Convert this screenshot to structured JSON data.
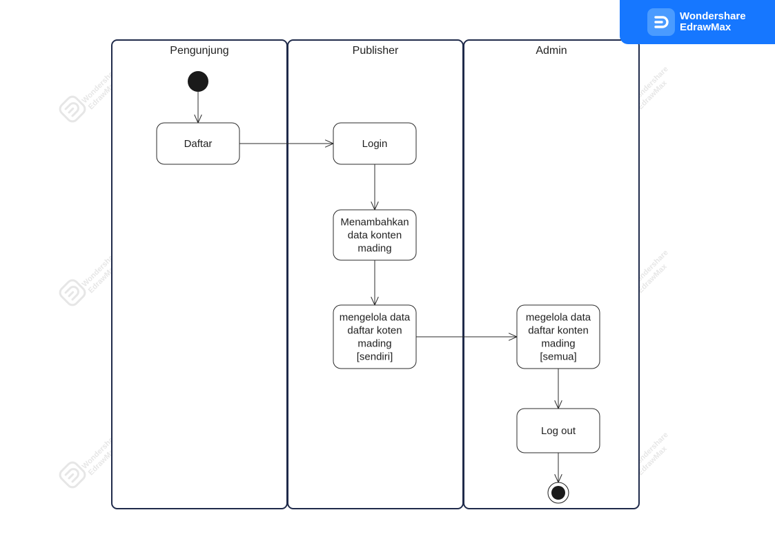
{
  "lanes": [
    {
      "id": "pengunjung",
      "title": "Pengunjung"
    },
    {
      "id": "publisher",
      "title": "Publisher"
    },
    {
      "id": "admin",
      "title": "Admin"
    }
  ],
  "nodes": [
    {
      "id": "start",
      "kind": "initial",
      "lane": "pengunjung"
    },
    {
      "id": "daftar",
      "kind": "activity",
      "lane": "pengunjung",
      "lines": [
        "Daftar"
      ]
    },
    {
      "id": "login",
      "kind": "activity",
      "lane": "publisher",
      "lines": [
        "Login"
      ]
    },
    {
      "id": "menambahkan",
      "kind": "activity",
      "lane": "publisher",
      "lines": [
        "Menambahkan",
        "data konten",
        "mading"
      ]
    },
    {
      "id": "mengelola_sendiri",
      "kind": "activity",
      "lane": "publisher",
      "lines": [
        "mengelola data",
        "daftar koten",
        "mading",
        "[sendiri]"
      ]
    },
    {
      "id": "mengelola_semua",
      "kind": "activity",
      "lane": "admin",
      "lines": [
        "megelola data",
        "daftar konten",
        "mading",
        "[semua]"
      ]
    },
    {
      "id": "logout",
      "kind": "activity",
      "lane": "admin",
      "lines": [
        "Log out"
      ]
    },
    {
      "id": "end",
      "kind": "final",
      "lane": "admin"
    }
  ],
  "edges": [
    {
      "from": "start",
      "to": "daftar"
    },
    {
      "from": "daftar",
      "to": "login"
    },
    {
      "from": "login",
      "to": "menambahkan"
    },
    {
      "from": "menambahkan",
      "to": "mengelola_sendiri"
    },
    {
      "from": "mengelola_sendiri",
      "to": "mengelola_semua"
    },
    {
      "from": "mengelola_semua",
      "to": "logout"
    },
    {
      "from": "logout",
      "to": "end"
    }
  ],
  "brand": {
    "line1": "Wondershare",
    "line2": "EdrawMax"
  },
  "watermark": {
    "line1": "Wondershare",
    "line2": "EdrawMax"
  }
}
